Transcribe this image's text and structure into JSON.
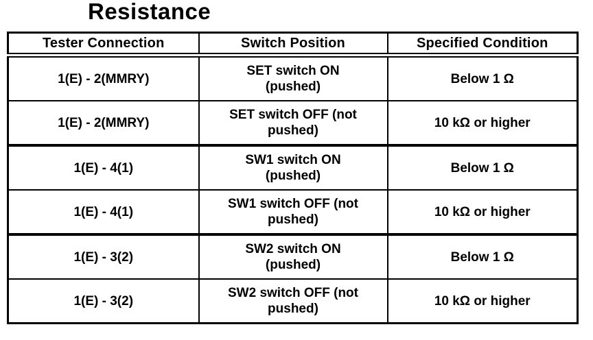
{
  "title": "Resistance",
  "table": {
    "headers": [
      "Tester Connection",
      "Switch Position",
      "Specified Condition"
    ],
    "rows": [
      {
        "connection": "1(E) - 2(MMRY)",
        "switch": "SET switch ON\n(pushed)",
        "condition": "Below 1 Ω"
      },
      {
        "connection": "1(E) - 2(MMRY)",
        "switch": "SET switch OFF (not\npushed)",
        "condition": "10 kΩ or higher"
      },
      {
        "connection": "1(E) - 4(1)",
        "switch": "SW1 switch ON\n(pushed)",
        "condition": "Below 1 Ω"
      },
      {
        "connection": "1(E) - 4(1)",
        "switch": "SW1 switch OFF (not\npushed)",
        "condition": "10 kΩ or higher"
      },
      {
        "connection": "1(E) - 3(2)",
        "switch": "SW2 switch ON\n(pushed)",
        "condition": "Below 1 Ω"
      },
      {
        "connection": "1(E) - 3(2)",
        "switch": "SW2 switch OFF (not\npushed)",
        "condition": "10 kΩ or higher"
      }
    ]
  },
  "colors": {
    "text": "#000000",
    "border": "#000000",
    "background": "#ffffff"
  }
}
